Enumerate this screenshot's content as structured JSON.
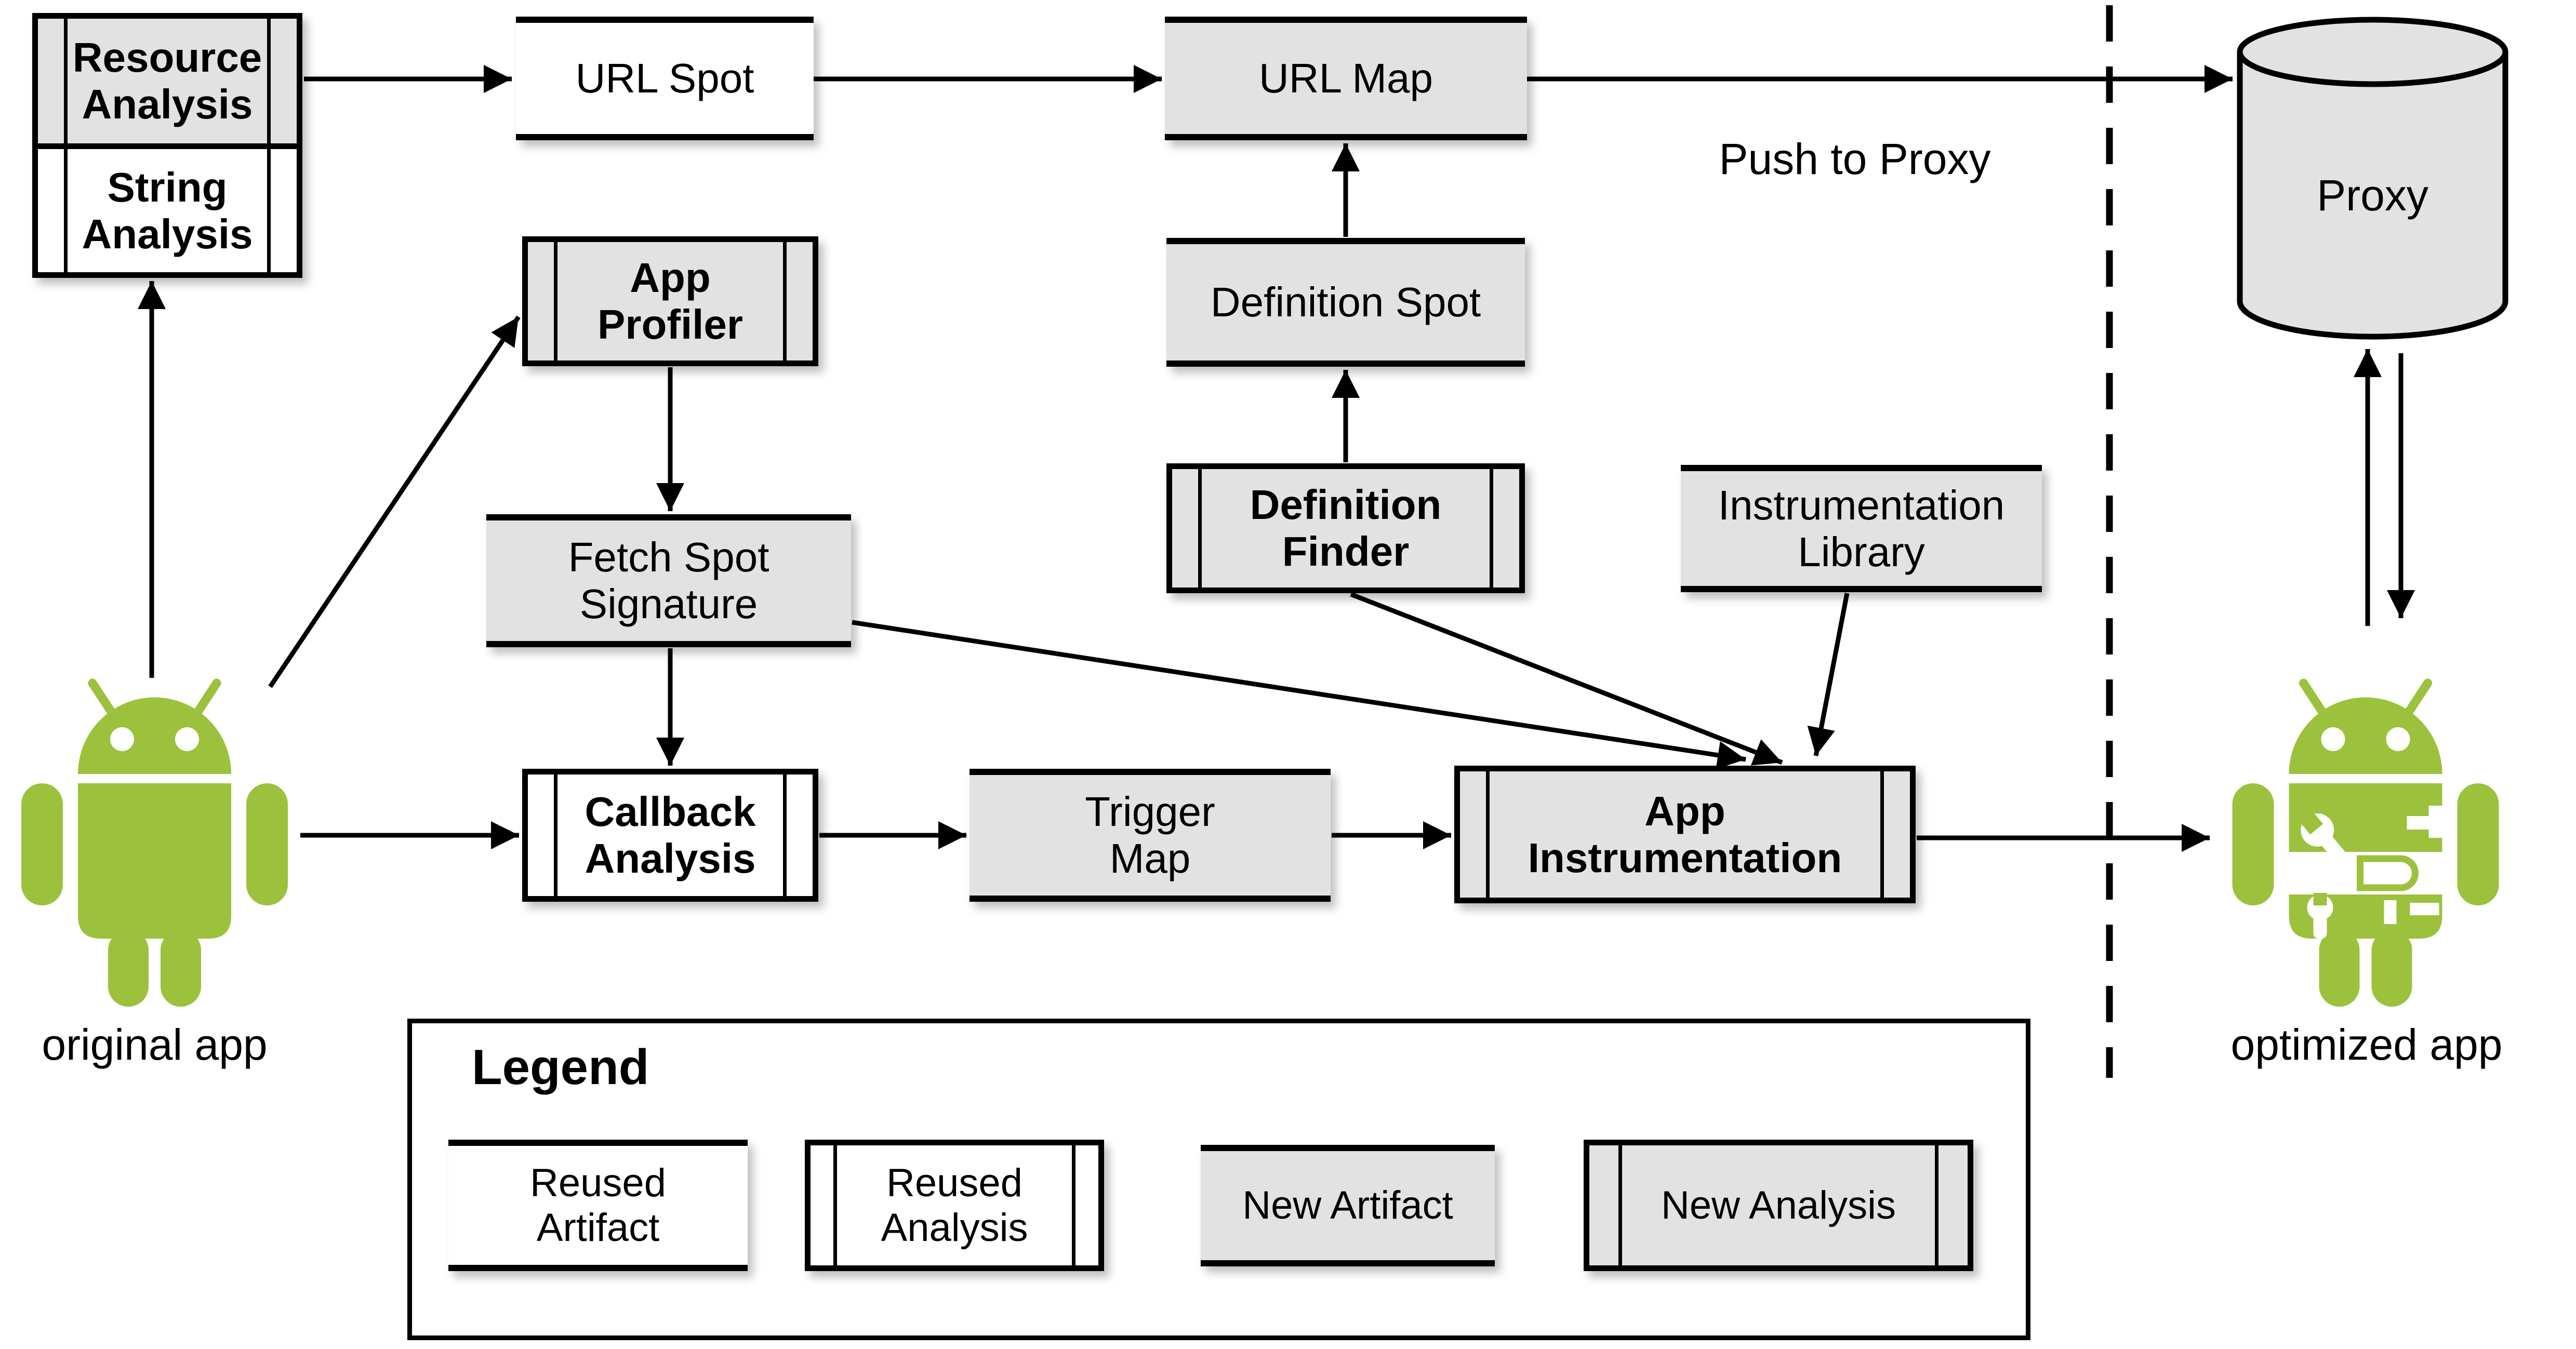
{
  "nodes": {
    "resource_analysis": {
      "label": "Resource\nAnalysis",
      "type": "new-analysis"
    },
    "string_analysis": {
      "label": "String\nAnalysis",
      "type": "reused-analysis"
    },
    "url_spot": {
      "label": "URL Spot",
      "type": "reused-artifact"
    },
    "url_map": {
      "label": "URL Map",
      "type": "new-artifact"
    },
    "proxy": {
      "label": "Proxy",
      "type": "datastore-cylinder"
    },
    "app_profiler": {
      "label": "App\nProfiler",
      "type": "new-analysis"
    },
    "definition_spot": {
      "label": "Definition Spot",
      "type": "new-artifact"
    },
    "definition_finder": {
      "label": "Definition\nFinder",
      "type": "new-analysis"
    },
    "instrumentation_library": {
      "label": "Instrumentation\nLibrary",
      "type": "new-artifact"
    },
    "fetch_spot_signature": {
      "label": "Fetch Spot\nSignature",
      "type": "new-artifact"
    },
    "callback_analysis": {
      "label": "Callback\nAnalysis",
      "type": "reused-analysis"
    },
    "trigger_map": {
      "label": "Trigger\nMap",
      "type": "new-artifact"
    },
    "app_instrumentation": {
      "label": "App\nInstrumentation",
      "type": "new-analysis"
    }
  },
  "edge_labels": {
    "push_to_proxy": "Push to Proxy"
  },
  "actors": {
    "original_app": {
      "label": "original app"
    },
    "optimized_app": {
      "label": "optimized app"
    }
  },
  "legend": {
    "title": "Legend",
    "items": [
      {
        "label": "Reused\nArtifact",
        "style": "reused-artifact"
      },
      {
        "label": "Reused\nAnalysis",
        "style": "reused-analysis"
      },
      {
        "label": "New Artifact",
        "style": "new-artifact"
      },
      {
        "label": "New Analysis",
        "style": "new-analysis"
      }
    ]
  },
  "colors": {
    "android_green": "#9CC13C",
    "artifact_gray": "#E2E2E2",
    "outline_black": "#000000",
    "background": "#FFFFFF"
  }
}
